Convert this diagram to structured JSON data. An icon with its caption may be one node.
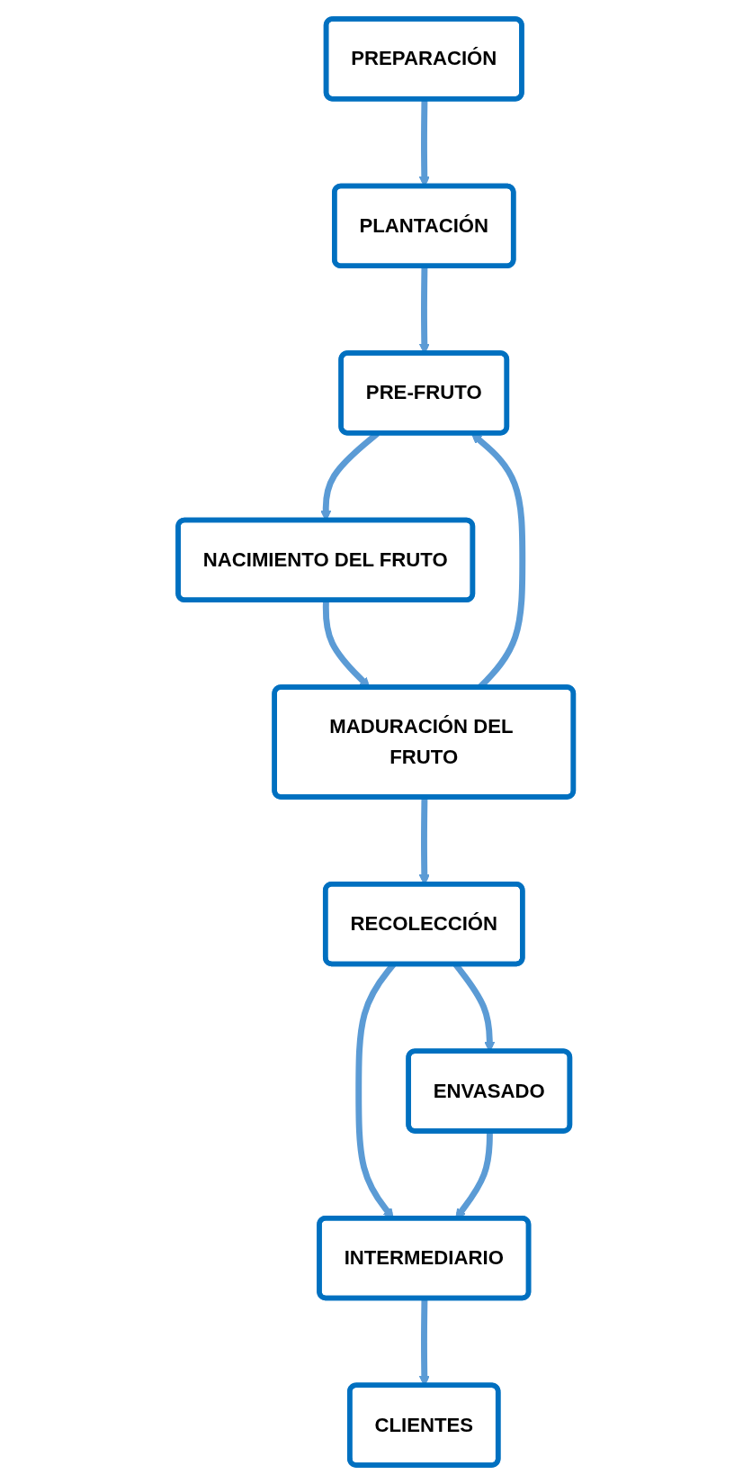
{
  "diagram": {
    "nodes": [
      {
        "text": [
          "PREPARACIÓN"
        ]
      },
      {
        "text": [
          "PLANTACIÓN"
        ]
      },
      {
        "text": [
          "PRE-FRUTO"
        ]
      },
      {
        "text": [
          "NACIMIENTO DEL FRUTO"
        ]
      },
      {
        "text": [
          "MADURACIÓN DEL FRUTO"
        ]
      },
      {
        "text": [
          "RECOLECCIÓN"
        ]
      },
      {
        "text": [
          "ENVASADO"
        ]
      },
      {
        "text": [
          "INTERMEDIARIO"
        ]
      },
      {
        "text": [
          "CLIENTES"
        ]
      }
    ],
    "edges": [
      {
        "from": 0,
        "to": 1,
        "arrow": "to"
      },
      {
        "from": 1,
        "to": 2,
        "arrow": "to"
      },
      {
        "from": 2,
        "to": 3,
        "arrow": "to"
      },
      {
        "from": 3,
        "to": 4,
        "arrow": "to"
      },
      {
        "from": 4,
        "to": 2,
        "arrow": "to"
      },
      {
        "from": 4,
        "to": 5,
        "arrow": "to"
      },
      {
        "from": 5,
        "to": 6,
        "arrow": "to"
      },
      {
        "from": 5,
        "to": 7,
        "arrow": "to"
      },
      {
        "from": 6,
        "to": 7,
        "arrow": "to"
      },
      {
        "from": 7,
        "to": 8,
        "arrow": "to"
      }
    ]
  }
}
